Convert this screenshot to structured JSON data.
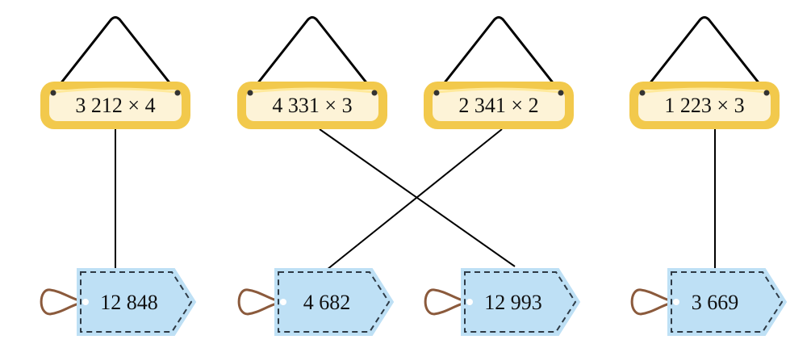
{
  "colors": {
    "plate_border": "#F2C94C",
    "plate_fill": "#FDF3D7",
    "plate_highlight": "#FFE99A",
    "tag_fill": "#BEE0F5",
    "tag_stroke": "#2E3A45",
    "loop": "#8B5A3C",
    "line": "#000000"
  },
  "expressions": [
    {
      "label": "3 212 × 4"
    },
    {
      "label": "4 331 × 3"
    },
    {
      "label": "2 341 × 2"
    },
    {
      "label": "1 223 × 3"
    }
  ],
  "results": [
    {
      "label": "12 848"
    },
    {
      "label": "4 682"
    },
    {
      "label": "12 993"
    },
    {
      "label": "3 669"
    }
  ],
  "connections": [
    {
      "from": 0,
      "to": 0
    },
    {
      "from": 1,
      "to": 2
    },
    {
      "from": 2,
      "to": 1
    },
    {
      "from": 3,
      "to": 3
    }
  ]
}
